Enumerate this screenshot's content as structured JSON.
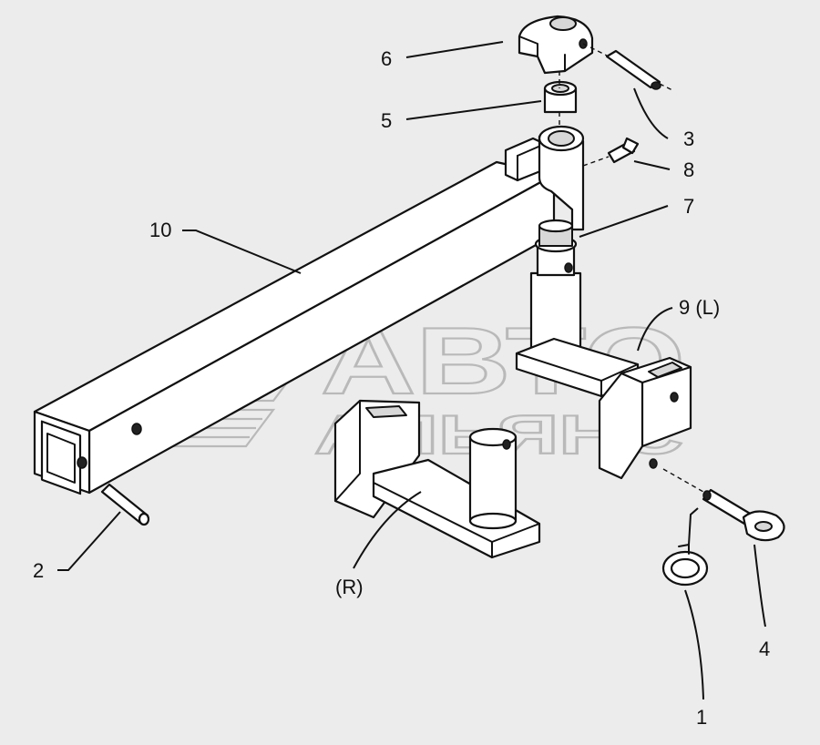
{
  "callouts": {
    "c1": "1",
    "c2": "2",
    "c3": "3",
    "c4": "4",
    "c5": "5",
    "c6": "6",
    "c7": "7",
    "c8": "8",
    "c9": "9 (L)",
    "c10": "10",
    "cR": "(R)"
  },
  "watermark": {
    "line1": "АВТО",
    "line2": "АЛЬЯНС"
  }
}
